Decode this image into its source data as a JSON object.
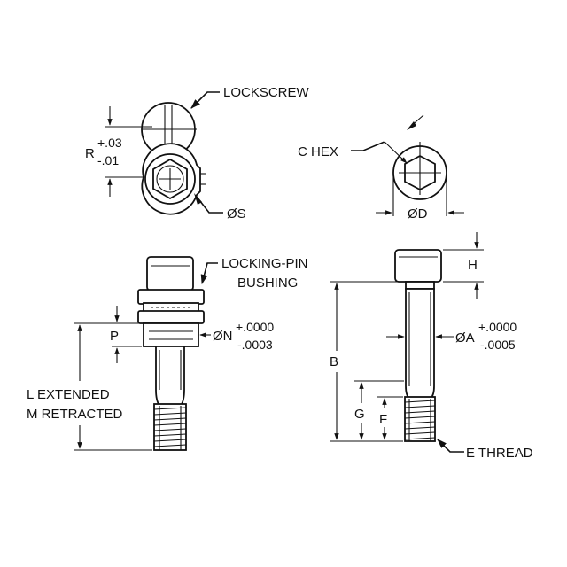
{
  "labels": {
    "lockscrew": "LOCKSCREW",
    "r_dim": "R",
    "r_tol_plus": "+.03",
    "r_tol_minus": "-.01",
    "s_dim": "ØS",
    "c_hex": "C HEX",
    "d_dim": "ØD",
    "locking_pin_1": "LOCKING-PIN",
    "locking_pin_2": "BUSHING",
    "p_dim": "P",
    "n_dim": "ØN",
    "n_tol_plus": "+.0000",
    "n_tol_minus": "-.0003",
    "l_extended": "L  EXTENDED",
    "m_retracted": "M  RETRACTED",
    "h_dim": "H",
    "b_dim": "B",
    "a_dim": "ØA",
    "a_tol_plus": "+.0000",
    "a_tol_minus": "-.0005",
    "g_dim": "G",
    "f_dim": "F",
    "e_thread": "E THREAD"
  }
}
